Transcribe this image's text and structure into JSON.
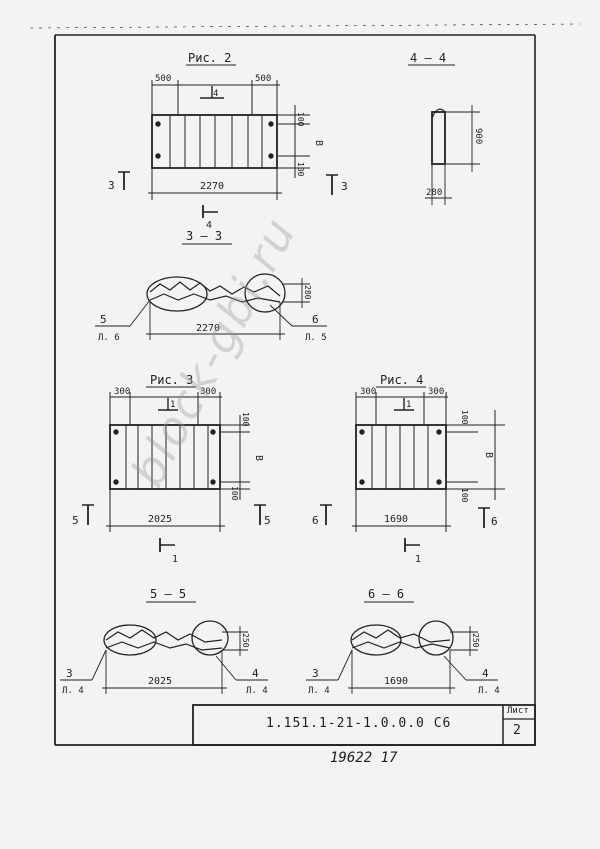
{
  "figures": {
    "fig2": {
      "title": "Рис. 2",
      "dim_left": "500",
      "dim_right": "500",
      "dim_top": "100",
      "dim_bottom": "100",
      "dim_height": "B",
      "dim_length": "2270",
      "section_mark": "4",
      "cut_left": "3",
      "cut_right": "3"
    },
    "section44": {
      "title": "4 — 4",
      "dim_height": "900",
      "dim_width": "280"
    },
    "section33": {
      "title": "3 — 3",
      "dim_height": "280",
      "dim_length": "2270",
      "callout_left_num": "5",
      "callout_left_sheet": "Л. 6",
      "callout_right_num": "6",
      "callout_right_sheet": "Л. 5"
    },
    "fig3": {
      "title": "Рис. 3",
      "dim_left": "300",
      "dim_right": "300",
      "dim_top": "100",
      "dim_bottom": "100",
      "dim_height": "B",
      "dim_length": "2025",
      "section_mark": "1",
      "cut_left": "5",
      "cut_right": "5"
    },
    "fig4": {
      "title": "Рис. 4",
      "dim_left": "300",
      "dim_right": "300",
      "dim_top": "100",
      "dim_bottom": "100",
      "dim_height": "B",
      "dim_length": "1690",
      "section_mark": "1",
      "cut_left": "6",
      "cut_right": "6"
    },
    "section55": {
      "title": "5 — 5",
      "dim_height": "250",
      "dim_length": "2025",
      "callout_left_num": "3",
      "callout_left_sheet": "Л. 4",
      "callout_right_num": "4",
      "callout_right_sheet": "Л. 4"
    },
    "section66": {
      "title": "6 — 6",
      "dim_height": "250",
      "dim_length": "1690",
      "callout_left_num": "3",
      "callout_left_sheet": "Л. 4",
      "callout_right_num": "4",
      "callout_right_sheet": "Л. 4"
    }
  },
  "stamp": {
    "code": "1.151.1-21-1.0.0.0 С6",
    "sheet_label": "Лист",
    "sheet_number": "2"
  },
  "footer": {
    "handwritten_number": "19622  17"
  },
  "watermark": "block-gbi.ru"
}
